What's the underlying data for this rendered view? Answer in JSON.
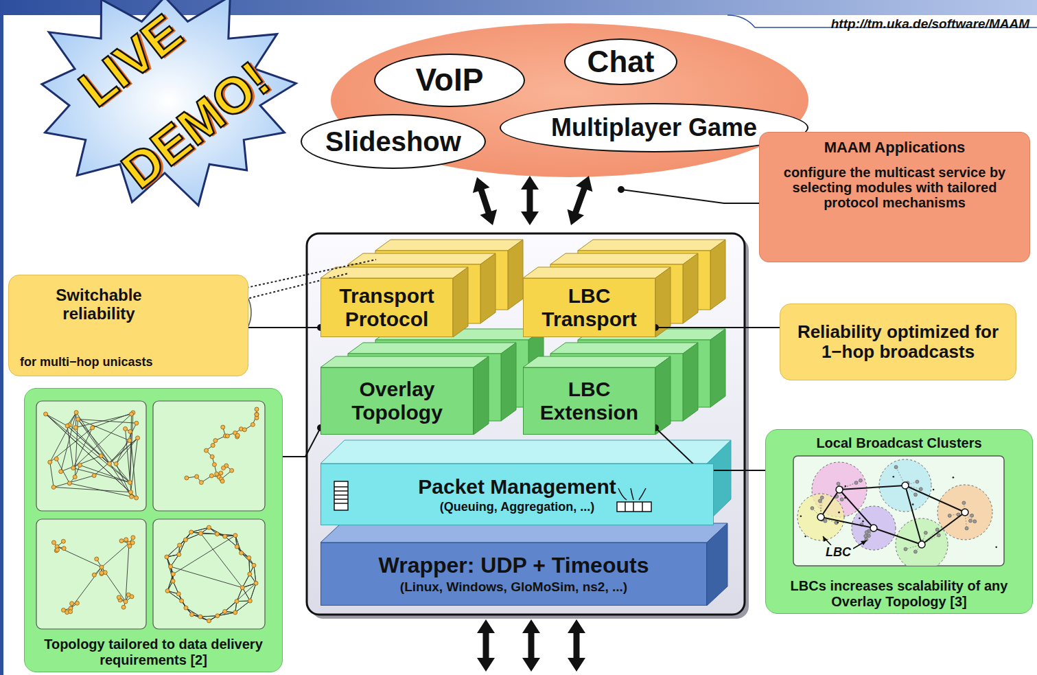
{
  "diagram": {
    "nodes": [
      {
        "text": [
          "VoIP"
        ]
      },
      {
        "text": [
          "Chat"
        ]
      },
      {
        "text": [
          "Slideshow"
        ]
      },
      {
        "text": [
          "Multiplayer Game"
        ]
      },
      {
        "text": [
          "MAAM Applications",
          "configure the multicast service by selecting modules with tailored protocol mechanisms"
        ]
      },
      {
        "text": [
          "Switchable reliability",
          "for multi−hop unicasts"
        ]
      },
      {
        "text": [
          "Transport Protocol"
        ]
      },
      {
        "text": [
          "LBC Transport"
        ]
      },
      {
        "text": [
          "Reliability optimized for 1−hop broadcasts"
        ]
      },
      {
        "text": [
          "Overlay Topology"
        ]
      },
      {
        "text": [
          "LBC Extension"
        ]
      },
      {
        "text": [
          "Topology tailored to data delivery requirements [2]"
        ]
      },
      {
        "text": [
          "Packet Management",
          "(Queuing, Aggregation, ...)"
        ]
      },
      {
        "text": [
          "Local Broadcast Clusters",
          "LBCs increases scalability of any Overlay Topology [3]"
        ]
      },
      {
        "text": [
          "Wrapper: UDP + Timeouts",
          "(Linux, Windows, GloMoSim, ns2, ...)"
        ]
      }
    ],
    "edges": [
      {
        "from": 5,
        "to": 6,
        "arrow": "none"
      },
      {
        "from": 8,
        "to": 7,
        "arrow": "none"
      },
      {
        "from": 11,
        "to": 9,
        "arrow": "none"
      },
      {
        "from": 13,
        "to": 10,
        "arrow": "none"
      }
    ],
    "labels": [
      "http://tm.uka.de/software/MAAM",
      "LIVE",
      "DEMO!",
      "LBC"
    ]
  }
}
